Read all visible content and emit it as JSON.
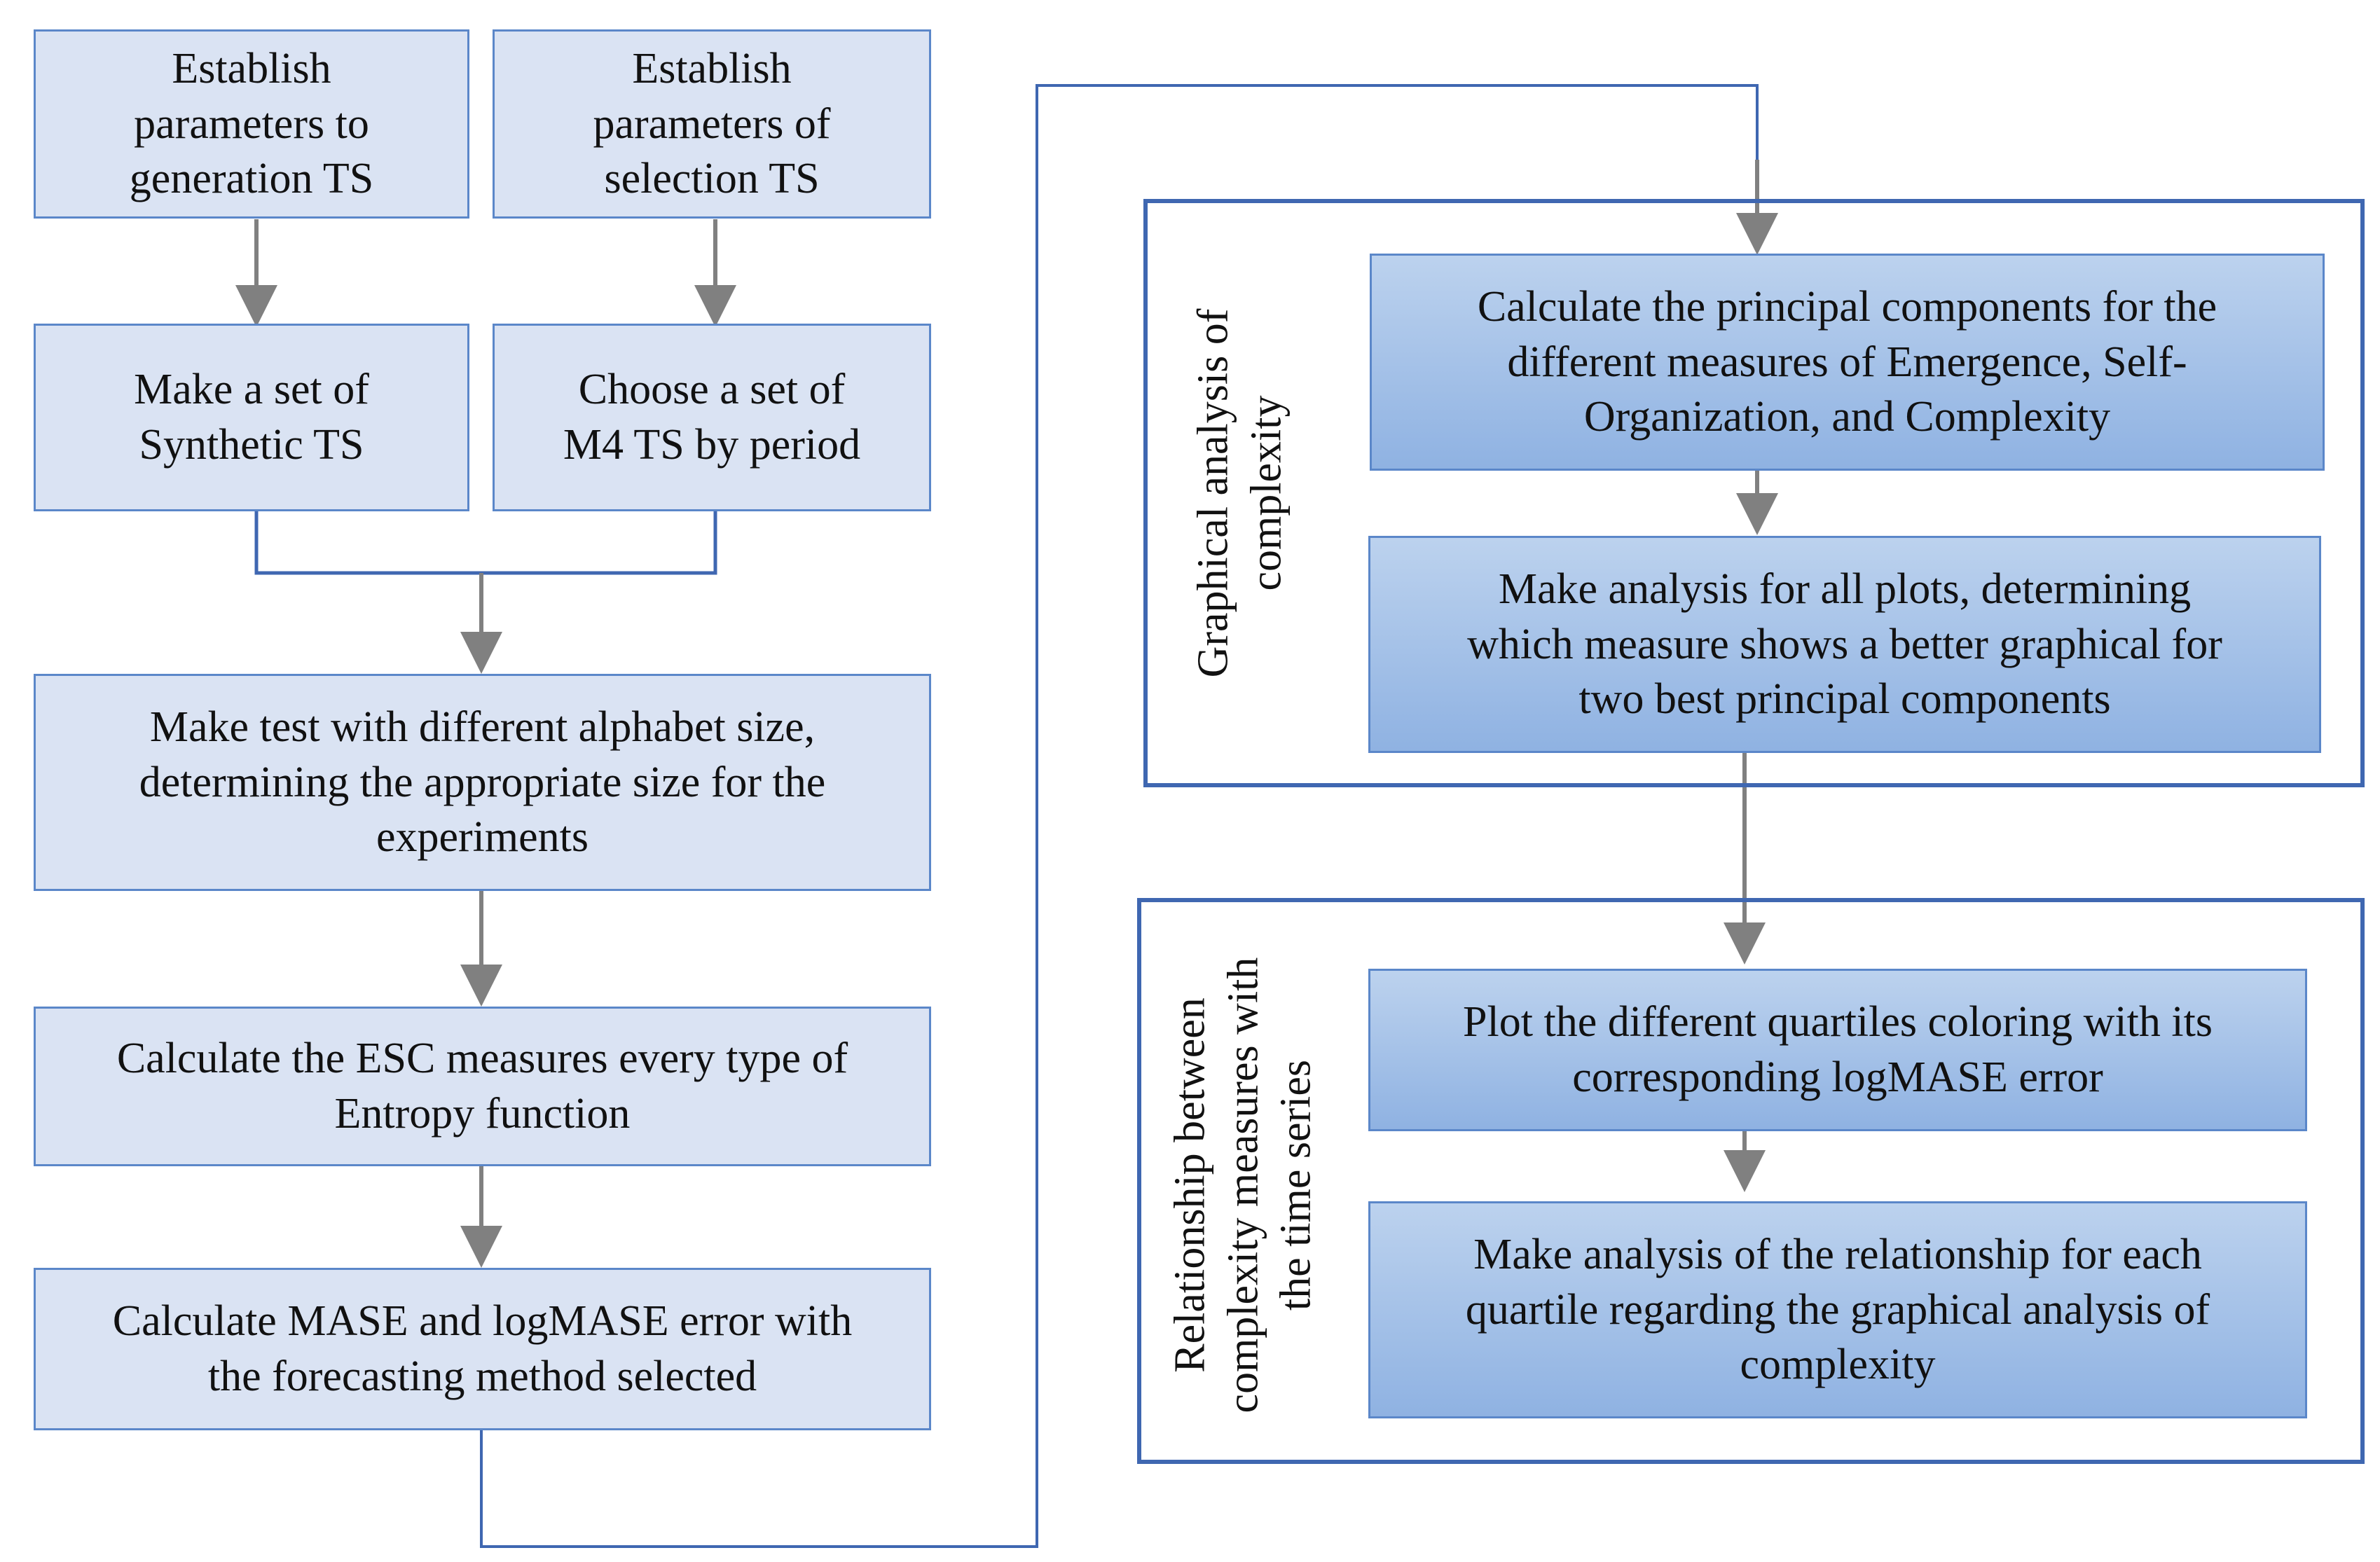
{
  "boxes": {
    "establish_generation": "Establish\nparameters to\ngeneration TS",
    "establish_selection": "Establish\nparameters of\nselection TS",
    "make_synthetic": "Make a set of\nSynthetic TS",
    "choose_m4": "Choose a set of\nM4 TS by period",
    "alphabet_test": "Make test with different alphabet size,\ndetermining the appropriate size for the\nexperiments",
    "esc_measures": "Calculate the ESC measures every type of\nEntropy function",
    "mase_error": "Calculate MASE and logMASE error with\nthe forecasting method selected",
    "principal_components": "Calculate the principal components for the\ndifferent measures of Emergence, Self-\nOrganization, and Complexity",
    "plots_analysis": "Make analysis for all plots, determining\nwhich measure shows a better graphical for\ntwo best principal components",
    "quartiles_plot": "Plot the different quartiles coloring with its\ncorresponding logMASE error",
    "relationship_analysis": "Make analysis of the relationship for each\nquartile regarding the graphical analysis of\ncomplexity"
  },
  "groups": {
    "graphical_analysis": "Graphical analysis of\ncomplexity",
    "relationship": "Relationship between\ncomplexity measures with\nthe time series"
  },
  "colors": {
    "box_fill_light": "#dae3f3",
    "box_fill_gradient_top": "#bcd2ee",
    "box_fill_gradient_bottom": "#8fb2e2",
    "box_border": "#5b87c9",
    "group_border": "#3f67b1",
    "connector_gray": "#808080",
    "connector_blue": "#3f67b1"
  }
}
